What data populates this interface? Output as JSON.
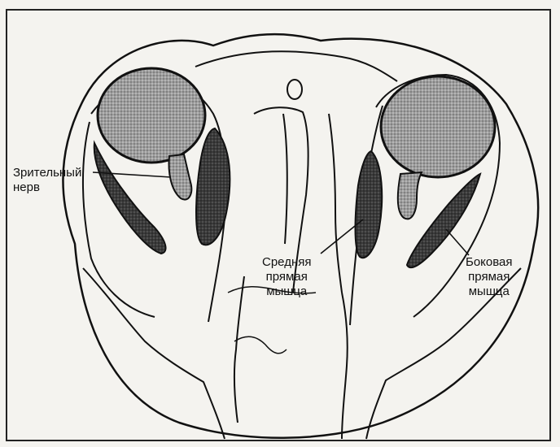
{
  "labels": {
    "optic_nerve": [
      "Зрительный",
      "нерв"
    ],
    "medial_rectus": [
      "Средняя",
      "прямая",
      "мышца"
    ],
    "lateral_rectus": [
      "Боковая",
      "прямая",
      "мышца"
    ]
  },
  "colors": {
    "paper": "#f4f3ef",
    "line": "#111111",
    "eyeball_fill": "#a9a9a9",
    "muscle_fill": "#3a3a3a"
  }
}
